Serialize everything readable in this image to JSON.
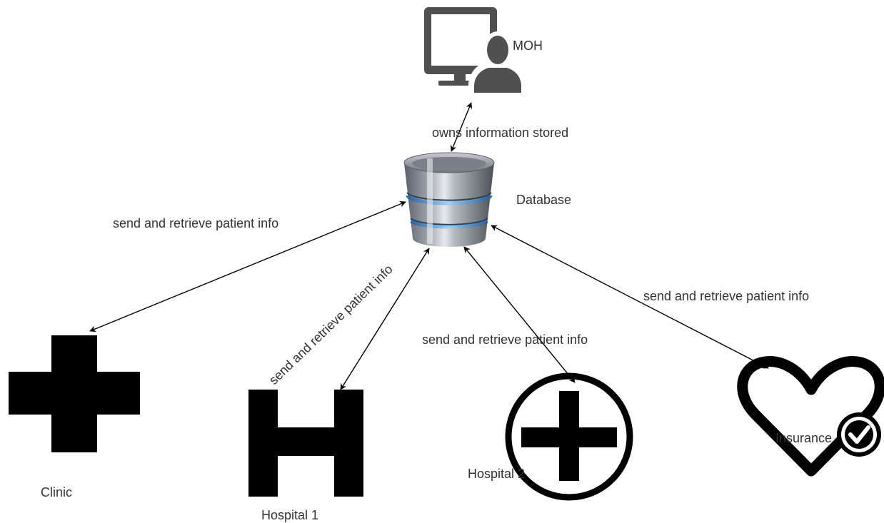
{
  "nodes": {
    "moh": {
      "label": "MOH",
      "icon": "computer-user-icon"
    },
    "database": {
      "label": "Database",
      "icon": "database-icon"
    },
    "clinic": {
      "label": "Clinic",
      "icon": "medical-cross-icon"
    },
    "hospital1": {
      "label": "Hospital 1",
      "icon": "hospital-h-icon"
    },
    "hospital2": {
      "label": "Hospital 2",
      "icon": "circled-cross-icon"
    },
    "insurance": {
      "label": "Insurance",
      "icon": "heart-check-icon"
    }
  },
  "edges": {
    "moh_db": "owns information stored",
    "clinic_db": "send and retrieve patient info",
    "hospital1_db": "send and retrieve patient info",
    "hospital2_db": "send and retrieve patient info",
    "insurance_db": "send and retrieve patient info"
  },
  "colors": {
    "icon_gray": "#505050",
    "database_metal": "#8a8f96",
    "database_glow": "#4aa3ff",
    "line": "#000000",
    "text": "#333333"
  }
}
